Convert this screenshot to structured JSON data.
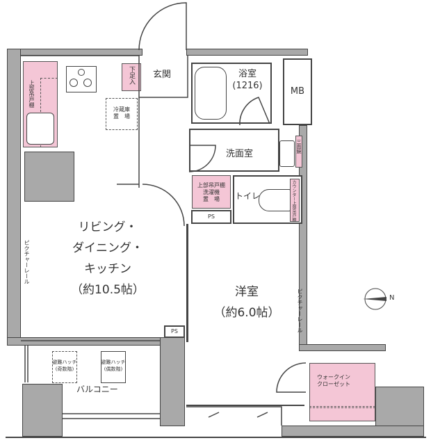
{
  "rooms": {
    "ldk": {
      "lines": [
        "リビング・",
        "ダイニング・",
        "キッチン",
        "（約10.5帖）"
      ]
    },
    "western": {
      "name": "洋室",
      "area": "（約6.0帖）"
    },
    "entrance": "玄関",
    "shoe_cabinet": "下足入",
    "bath": {
      "name": "浴室",
      "size": "(1216)"
    },
    "mb": "MB",
    "washroom": "洗面室",
    "mirror": "三面鏡",
    "toilet": "トイレ",
    "counter": "カウンター上部吊戸棚",
    "laundry": {
      "top": "上部吊戸棚",
      "line1": "洗濯機",
      "line2": "置　場"
    },
    "fridge": {
      "line1": "冷蔵庫",
      "line2": "置　場"
    },
    "kitchen_cabinet": "上部吊戸棚",
    "ps_upper": "PS",
    "ps_lower": "PS",
    "picture_rail_left": "ピクチャーレール",
    "picture_rail_right": "ピクチャーレール",
    "balcony": "バルコニー",
    "hatch_odd": {
      "line1": "避難ハッチ",
      "line2": "(奇数階)"
    },
    "hatch_even": {
      "line1": "避難ハッチ",
      "line2": "(偶数階)"
    },
    "wic": {
      "line1": "ウォークイン",
      "line2": "クローゼット"
    }
  },
  "compass": {
    "label": "N",
    "icon": "compass-north-icon"
  },
  "colors": {
    "wall": "#a9a9a9",
    "storage": "#f4c6d6",
    "line": "#444444"
  }
}
